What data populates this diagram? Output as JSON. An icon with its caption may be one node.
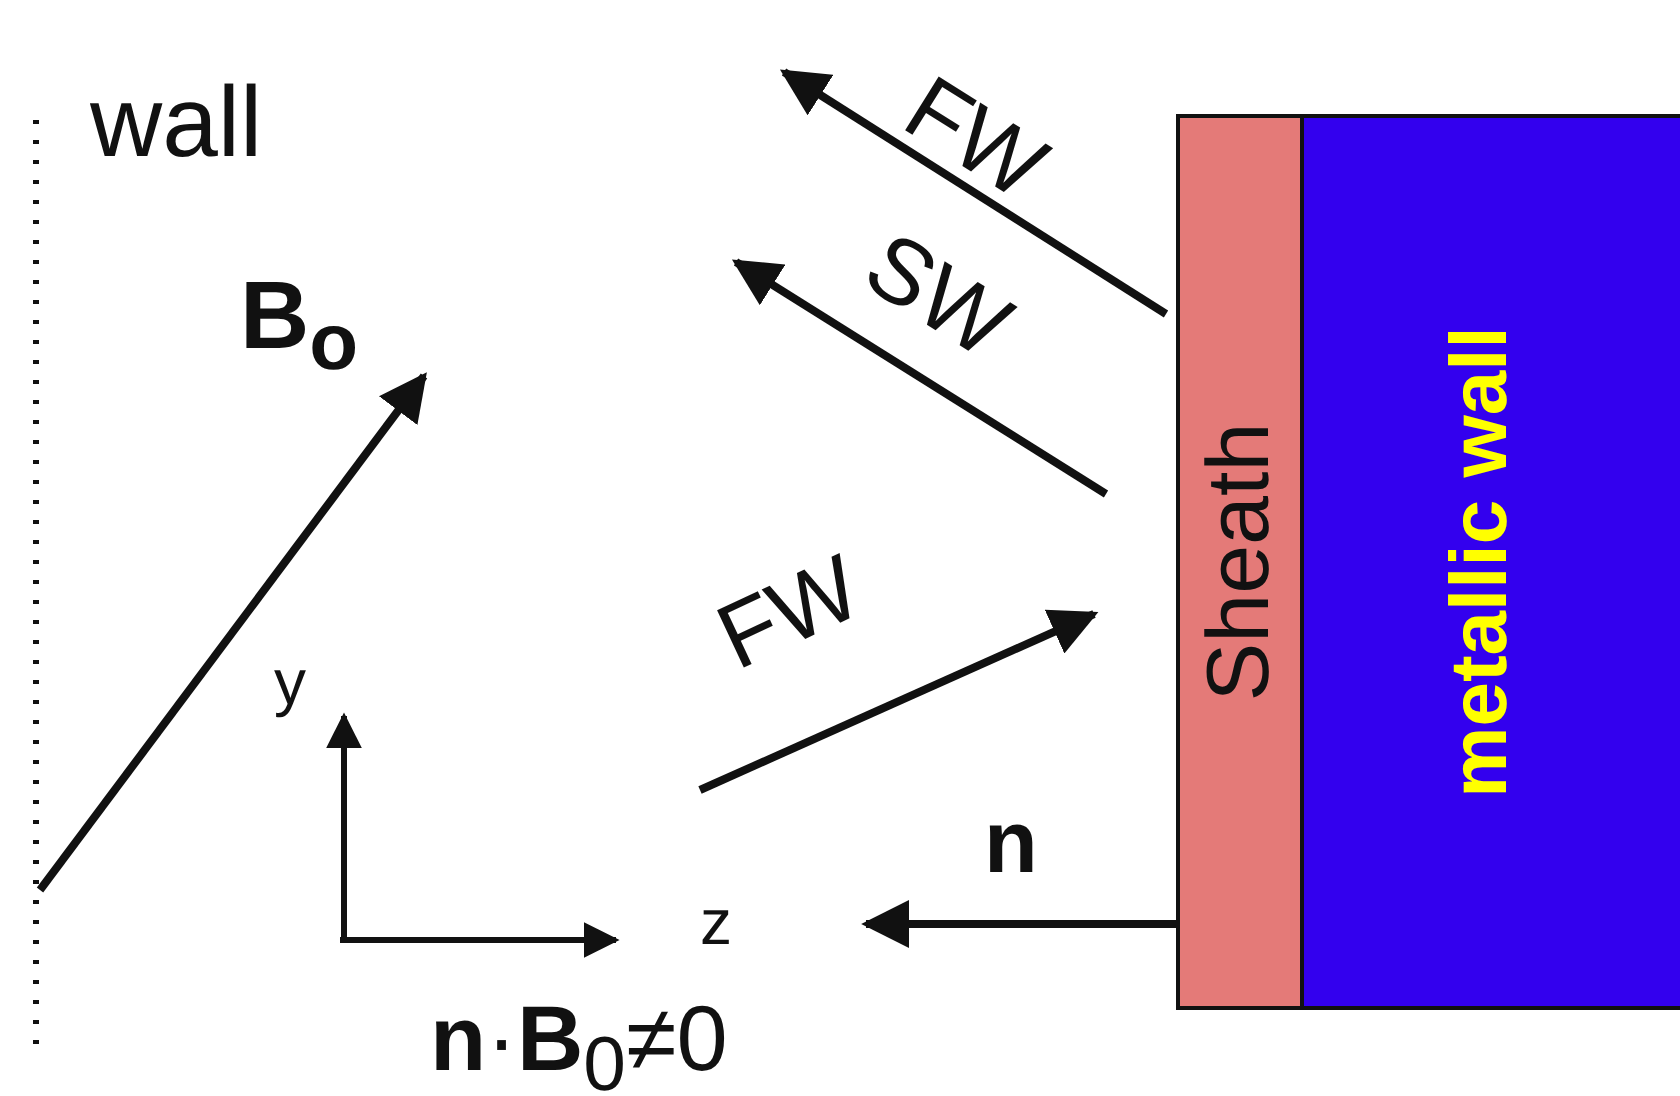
{
  "diagram": {
    "nodes": [
      {
        "text": [
          "Sheath"
        ]
      },
      {
        "text": [
          "metallic wall"
        ]
      }
    ],
    "labels": [
      "wall",
      "FW",
      "SW",
      "B$_{o}$",
      "FW",
      "y",
      "n",
      "z",
      "**n**·**B**$_{0}$≠0"
    ]
  }
}
